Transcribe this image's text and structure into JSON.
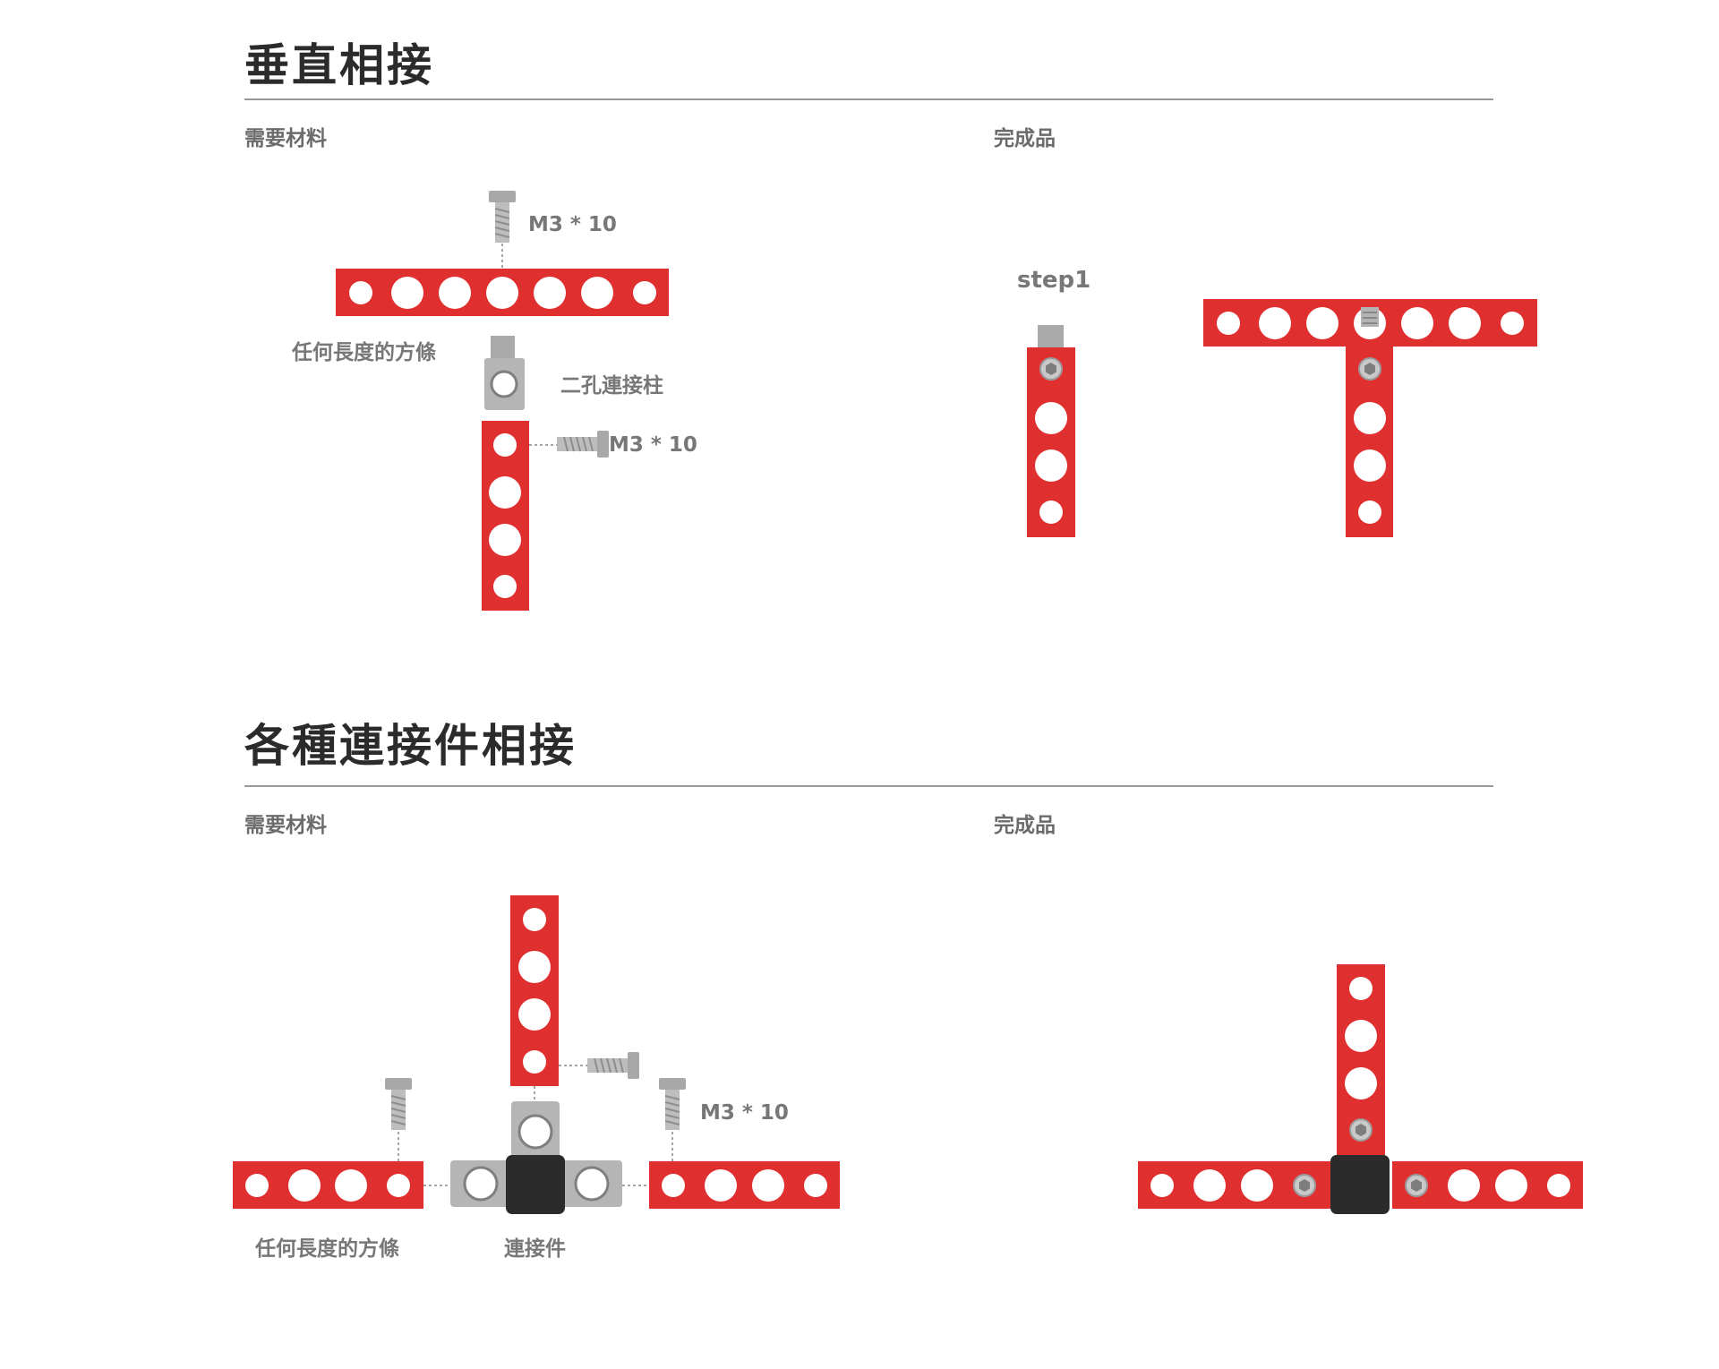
{
  "colors": {
    "beam": "#e02f2f",
    "hole": "#ffffff",
    "metal": "#b3b3b3",
    "connector": "#2b2b2b",
    "text": "#2b2b2b",
    "muted": "#777777",
    "rule": "#9a9a9a"
  },
  "sections": [
    {
      "title": "垂直相接",
      "materials_heading": "需要材料",
      "result_heading": "完成品",
      "labels": {
        "screw_top": "M3 * 10",
        "beam": "任何長度的方條",
        "standoff": "二孔連接柱",
        "screw_side": "M3 * 10",
        "step": "step1"
      }
    },
    {
      "title": "各種連接件相接",
      "materials_heading": "需要材料",
      "result_heading": "完成品",
      "labels": {
        "screw": "M3 * 10",
        "beam": "任何長度的方條",
        "connector": "連接件"
      }
    }
  ],
  "icons": [
    "hex-bolt-icon",
    "hex-socket-icon"
  ]
}
